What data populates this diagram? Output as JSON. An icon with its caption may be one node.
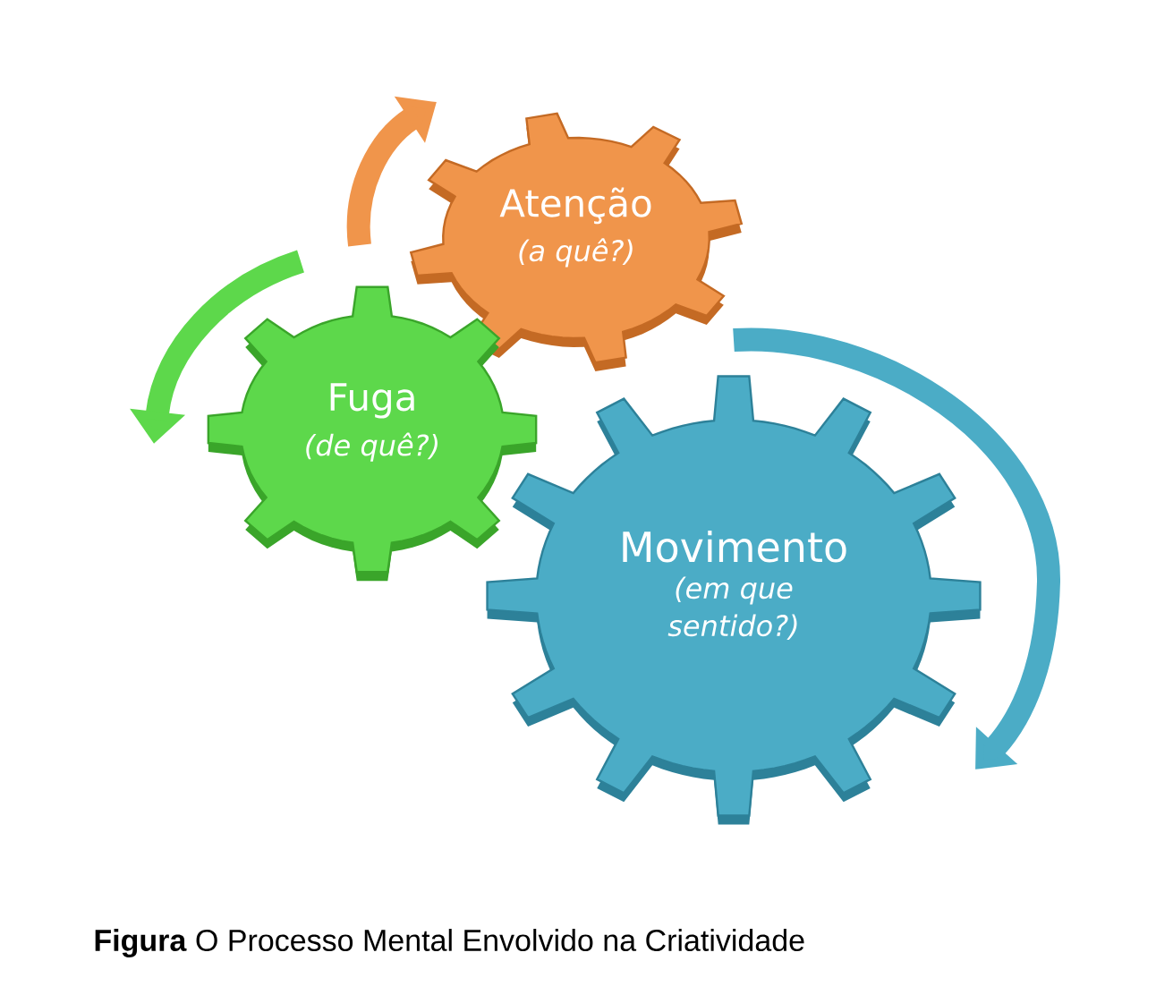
{
  "diagram": {
    "caption": "**Figura** O Processo Mental Envolvido na Criatividade",
    "nodes": [
      {
        "text": [
          "Atenção",
          "(a quê?)"
        ]
      },
      {
        "text": [
          "Fuga",
          "(de quê?)"
        ]
      },
      {
        "text": [
          "Movimento",
          "(em que sentido?)"
        ]
      }
    ]
  }
}
